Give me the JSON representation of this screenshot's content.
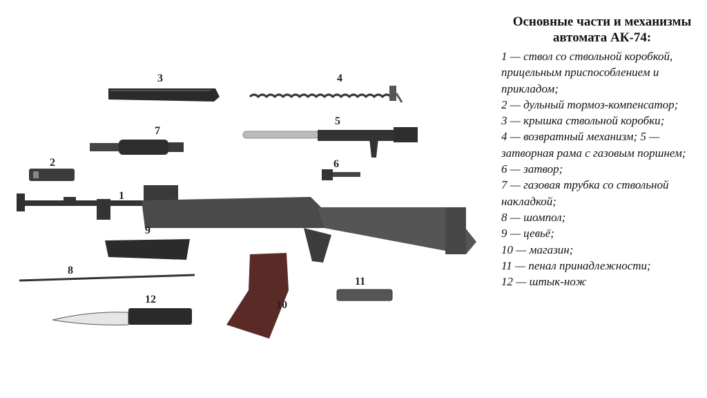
{
  "title": "Основные части и механизмы автомата АК-74:",
  "legend": [
    "1 — ствол со ствольной коробкой, прицельным приспособлением и прикладом;",
    "2 — дульный тормоз-компенсатор;",
    "3 — крышка ствольной коробки;",
    "4 — возвратный механизм; 5 — затворная рама с газовым поршнем;",
    "6 — затвор;",
    "7 — газовая трубка со ствольной накладкой;",
    "8 — шомпол;",
    "9 — цевьё;",
    "10 — магазин;",
    "11 — пенал принадлежности;",
    "12 — штык-нож"
  ],
  "part_numbers": [
    "1",
    "2",
    "3",
    "4",
    "5",
    "6",
    "7",
    "8",
    "9",
    "10",
    "11",
    "12"
  ]
}
